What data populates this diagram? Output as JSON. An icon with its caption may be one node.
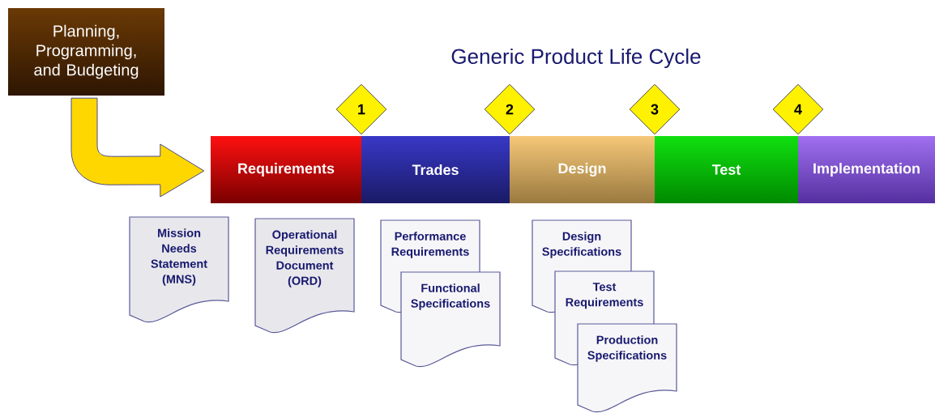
{
  "diagram": {
    "title": "Generic Product Life Cycle",
    "nodes": [
      {
        "text": [
          "Planning, Programming, and Budgeting"
        ]
      },
      {
        "text": [
          "1"
        ]
      },
      {
        "text": [
          "2"
        ]
      },
      {
        "text": [
          "3"
        ]
      },
      {
        "text": [
          "4"
        ]
      },
      {
        "text": [
          "Requirements"
        ]
      },
      {
        "text": [
          "Trades"
        ]
      },
      {
        "text": [
          "Design"
        ]
      },
      {
        "text": [
          "Test"
        ]
      },
      {
        "text": [
          "Implementation"
        ]
      },
      {
        "text": [
          "Mission Needs Statement (MNS)"
        ]
      },
      {
        "text": [
          "Operational Requirements Document (ORD)"
        ]
      },
      {
        "text": [
          "Performance Requirements"
        ]
      },
      {
        "text": [
          "Functional Specifications"
        ]
      },
      {
        "text": [
          "Design Specifications"
        ]
      },
      {
        "text": [
          "Test Requirements"
        ]
      },
      {
        "text": [
          "Production Specifications"
        ]
      }
    ],
    "edges": [
      {
        "from": 0,
        "to": 5,
        "arrow": "to"
      }
    ]
  }
}
